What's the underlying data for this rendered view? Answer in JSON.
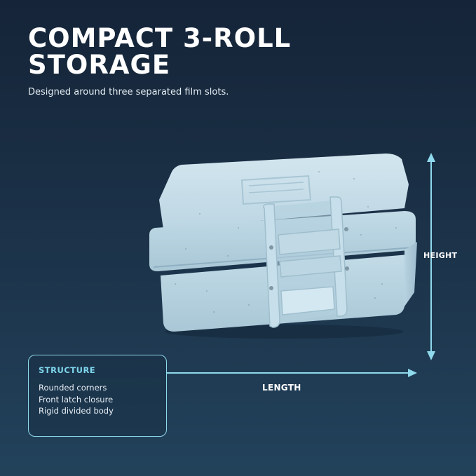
{
  "header": {
    "title": "COMPACT 3-ROLL STORAGE",
    "subtitle": "Designed around three separated film slots."
  },
  "dimensions": {
    "height_label": "HEIGHT",
    "length_label": "LENGTH"
  },
  "structure": {
    "title": "STRUCTURE",
    "features": [
      "Rounded corners",
      "Front latch closure",
      "Rigid divided body"
    ]
  },
  "colors": {
    "accent": "#8fd9ec",
    "product": "#c5dde8",
    "background_top": "#152438",
    "background_bottom": "#22425b"
  }
}
